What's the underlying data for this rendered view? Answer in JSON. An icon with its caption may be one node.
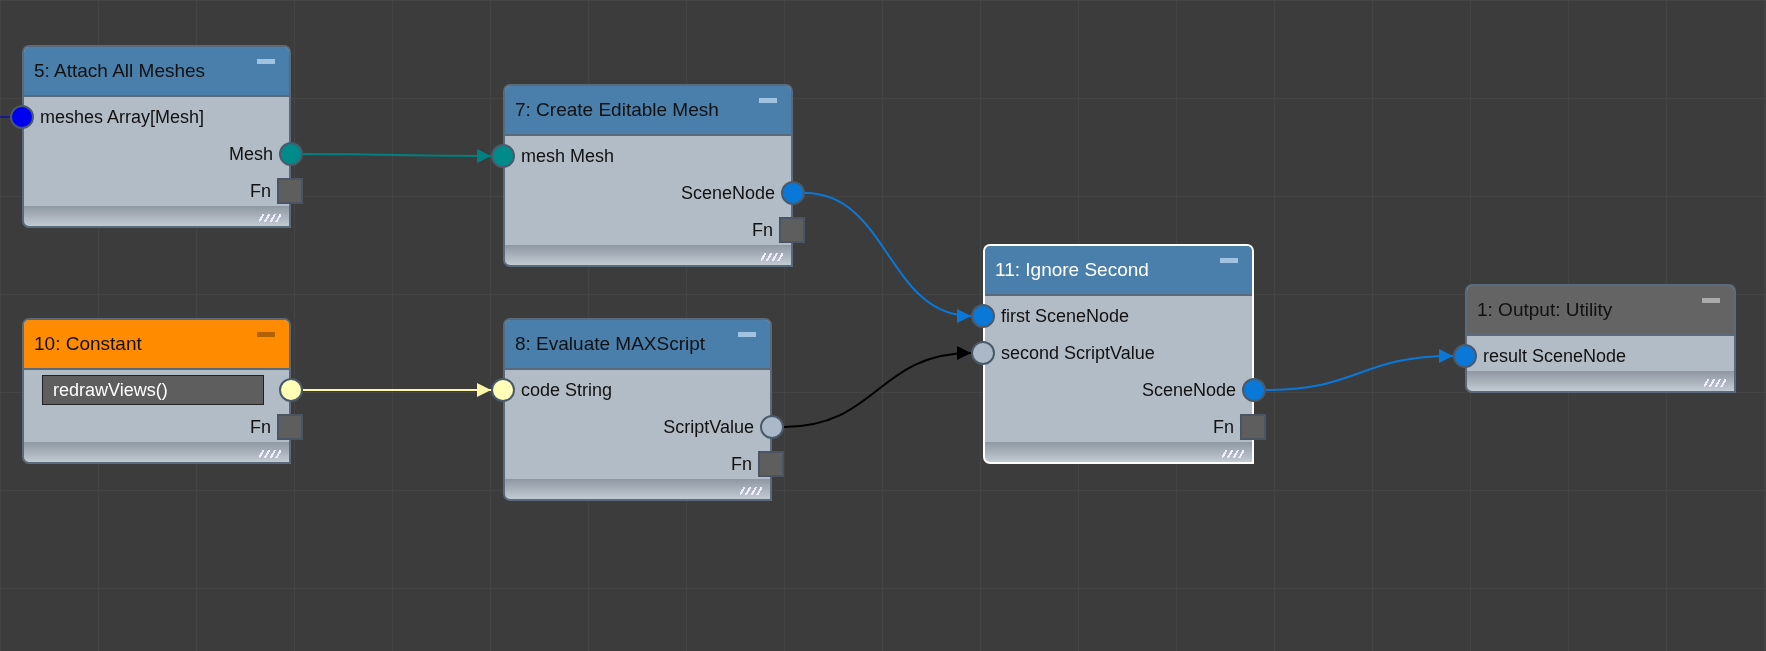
{
  "diagram": {
    "nodes": [
      {
        "text": [
          "5: Attach All Meshes"
        ]
      },
      {
        "text": [
          "meshes Array[Mesh]"
        ],
        "in": 0
      },
      {
        "text": [
          "Mesh"
        ],
        "in": 0
      },
      {
        "text": [
          "Fn"
        ],
        "in": 0
      },
      {
        "text": [
          "7: Create Editable Mesh"
        ]
      },
      {
        "text": [
          "mesh Mesh"
        ],
        "in": 4
      },
      {
        "text": [
          "SceneNode"
        ],
        "in": 4
      },
      {
        "text": [
          "Fn"
        ],
        "in": 4
      },
      {
        "text": [
          "10: Constant"
        ]
      },
      {
        "text": [
          "redrawViews()"
        ],
        "in": 8
      },
      {
        "text": [
          "Fn"
        ],
        "in": 8
      },
      {
        "text": [
          "8: Evaluate MAXScript"
        ]
      },
      {
        "text": [
          "code String"
        ],
        "in": 11
      },
      {
        "text": [
          "ScriptValue"
        ],
        "in": 11
      },
      {
        "text": [
          "Fn"
        ],
        "in": 11
      },
      {
        "text": [
          "11: Ignore Second"
        ]
      },
      {
        "text": [
          "first SceneNode"
        ],
        "in": 15
      },
      {
        "text": [
          "second ScriptValue"
        ],
        "in": 15
      },
      {
        "text": [
          "SceneNode"
        ],
        "in": 15
      },
      {
        "text": [
          "Fn"
        ],
        "in": 15
      },
      {
        "text": [
          "1: Output: Utility"
        ]
      },
      {
        "text": [
          "result SceneNode"
        ],
        "in": 20
      }
    ],
    "edges": [
      {
        "from": null,
        "to": 1,
        "arrow": "none",
        "color": "#1a1a8c"
      },
      {
        "from": 2,
        "to": 5,
        "arrow": "to",
        "color": "#008080"
      },
      {
        "from": 6,
        "to": 16,
        "arrow": "to",
        "color": "#0a78d8"
      },
      {
        "from": 9,
        "to": 12,
        "arrow": "to",
        "color": "#fff6a8"
      },
      {
        "from": 13,
        "to": 17,
        "arrow": "to",
        "color": "#000000"
      },
      {
        "from": 18,
        "to": 21,
        "arrow": "to",
        "color": "#0a78d8"
      }
    ]
  }
}
